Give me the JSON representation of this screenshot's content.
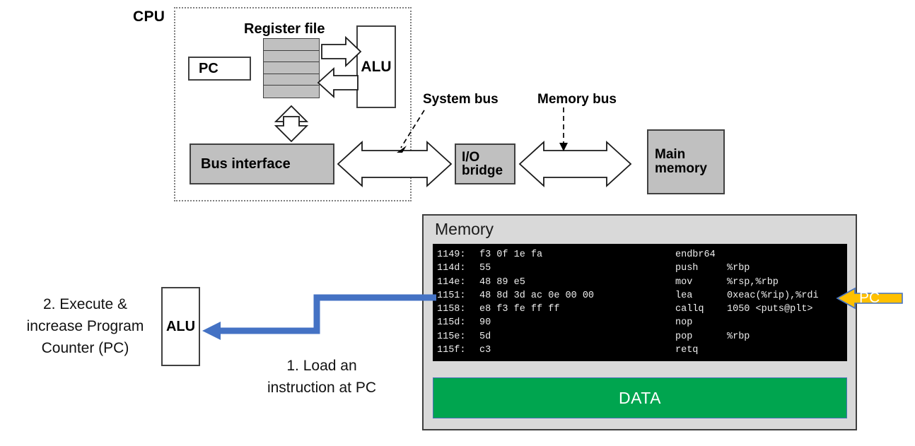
{
  "diagram": {
    "cpu_label": "CPU",
    "pc_register": "PC",
    "register_file_label": "Register file",
    "alu_label": "ALU",
    "bus_interface_label": "Bus interface",
    "io_bridge_line1": "I/O",
    "io_bridge_line2": "bridge",
    "main_memory_line1": "Main",
    "main_memory_line2": "memory",
    "system_bus_label": "System bus",
    "memory_bus_label": "Memory bus",
    "register_row_count": 5
  },
  "memory_panel": {
    "title": "Memory",
    "data_bar_label": "DATA",
    "code_listing": [
      {
        "address": "1149:",
        "bytes": "f3 0f 1e fa",
        "mnemonic": "endbr64",
        "operands": ""
      },
      {
        "address": "114d:",
        "bytes": "55",
        "mnemonic": "push",
        "operands": "%rbp"
      },
      {
        "address": "114e:",
        "bytes": "48 89 e5",
        "mnemonic": "mov",
        "operands": "%rsp,%rbp"
      },
      {
        "address": "1151:",
        "bytes": "48 8d 3d ac 0e 00 00",
        "mnemonic": "lea",
        "operands": "0xeac(%rip),%rdi"
      },
      {
        "address": "1158:",
        "bytes": "e8 f3 fe ff ff",
        "mnemonic": "callq",
        "operands": "1050 <puts@plt>"
      },
      {
        "address": "115d:",
        "bytes": "90",
        "mnemonic": "nop",
        "operands": ""
      },
      {
        "address": "115e:",
        "bytes": "5d",
        "mnemonic": "pop",
        "operands": "%rbp"
      },
      {
        "address": "115f:",
        "bytes": "c3",
        "mnemonic": "retq",
        "operands": ""
      }
    ]
  },
  "annotations": {
    "alu_label": "ALU",
    "step2_line1": "2. Execute &",
    "step2_line2": "increase Program",
    "step2_line3": "Counter (PC)",
    "step1_line1": "1. Load an",
    "step1_line2": "instruction at PC",
    "pc_pointer_label": "PC"
  },
  "colors": {
    "accent_blue": "#4472C4",
    "pc_arrow_yellow": "#FFC000",
    "data_green": "#00A54F",
    "block_gray": "#C0C0C0",
    "panel_gray": "#D9D9D9",
    "code_background": "#000000",
    "code_text": "#EDEDED"
  }
}
